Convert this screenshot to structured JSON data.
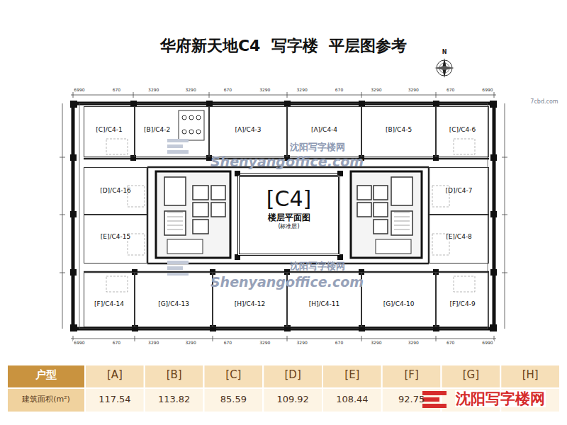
{
  "diagram": {
    "title": "华府新天地C4  写字楼  平层图参考",
    "nodes": [
      {
        "text": [
          "[C]/C4-1"
        ]
      },
      {
        "text": [
          "[B]/C4-2"
        ]
      },
      {
        "text": [
          "[A]/C4-3"
        ]
      },
      {
        "text": [
          "[A]/C4-4"
        ]
      },
      {
        "text": [
          "[B]/C4-5"
        ]
      },
      {
        "text": [
          "[C]/C4-6"
        ]
      },
      {
        "text": [
          "[D]/C4-16"
        ]
      },
      {
        "text": [
          "[C4]",
          "楼层平面图",
          "(标准层)"
        ]
      },
      {
        "text": [
          "[D]/C4-7"
        ]
      },
      {
        "text": [
          "[E]/C4-15"
        ]
      },
      {
        "text": [
          "[E]/C4-8"
        ]
      },
      {
        "text": [
          "[F]/C4-14"
        ]
      },
      {
        "text": [
          "[G]/C4-13"
        ]
      },
      {
        "text": [
          "[H]/C4-12"
        ]
      },
      {
        "text": [
          "[H]/C4-11"
        ]
      },
      {
        "text": [
          "[G]/C4-10"
        ]
      },
      {
        "text": [
          "[F]/C4-9"
        ]
      }
    ],
    "labels": [
      "户型",
      "[A]",
      "[B]",
      "[C]",
      "[D]",
      "[E]",
      "[F]",
      "[G]",
      "[H]",
      "建筑面积(m²)",
      "117.54",
      "113.82",
      "85.59",
      "109.92",
      "108.44",
      "92.75",
      "沈阳写字楼网",
      "Shenyangoffice.com",
      "沈阳写字楼网",
      "Shenyangoffice.com",
      "沈阳写字楼网",
      "N",
      "7cbd.com",
      "6990",
      "670",
      "3290",
      "3290",
      "670",
      "3290",
      "3290",
      "670",
      "3290",
      "3290",
      "670",
      "6990",
      "6990",
      "670",
      "3290",
      "3290",
      "670",
      "3290",
      "3290",
      "670",
      "3290",
      "3290",
      "670",
      "6990"
    ]
  }
}
